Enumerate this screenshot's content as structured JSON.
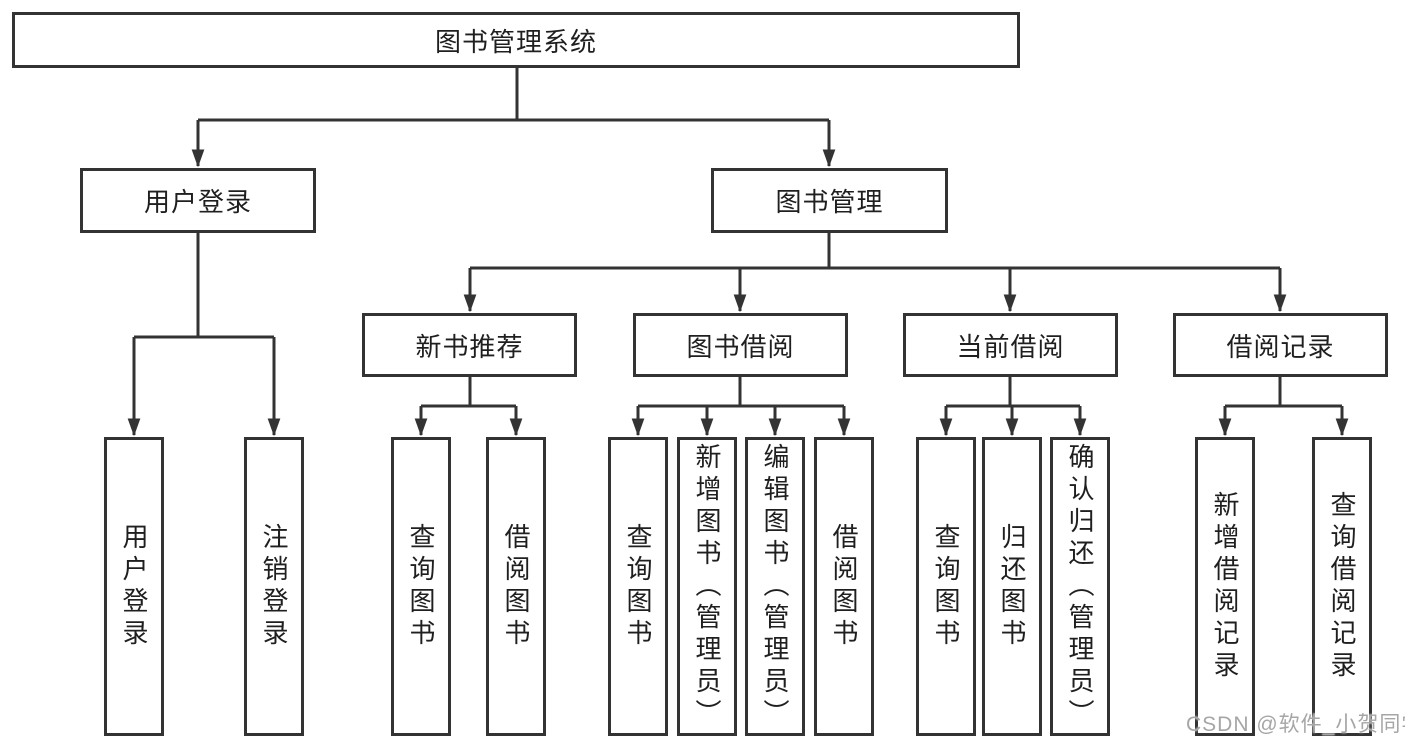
{
  "diagram": {
    "type": "hierarchy-tree",
    "colors": {
      "line": "#333333",
      "text": "#1f1f1f",
      "watermark": "#a6a6a6",
      "background": "#ffffff"
    }
  },
  "nodes": {
    "root": {
      "label": "图书管理系统"
    },
    "user_login": {
      "label": "用户登录"
    },
    "book_mgmt": {
      "label": "图书管理"
    },
    "new_book_rec": {
      "label": "新书推荐"
    },
    "book_borrow": {
      "label": "图书借阅"
    },
    "current_borrow": {
      "label": "当前借阅"
    },
    "borrow_records": {
      "label": "借阅记录"
    },
    "leaves": {
      "login": {
        "label": "用户登录"
      },
      "logout": {
        "label": "注销登录"
      },
      "query_book_rec": {
        "label": "查询图书"
      },
      "borrow_book_rec": {
        "label": "借阅图书"
      },
      "query_book_borrow": {
        "label": "查询图书"
      },
      "add_book_admin": {
        "label": "新增图书（管理员）"
      },
      "edit_book_admin": {
        "label": "编辑图书（管理员）"
      },
      "borrow_book": {
        "label": "借阅图书"
      },
      "query_book_current": {
        "label": "查询图书"
      },
      "return_book": {
        "label": "归还图书"
      },
      "confirm_return_admin": {
        "label": "确认归还（管理员）"
      },
      "add_borrow_record": {
        "label": "新增借阅记录"
      },
      "query_borrow_record": {
        "label": "查询借阅记录"
      }
    }
  },
  "watermark": {
    "text": "CSDN @软件_小贺同学"
  }
}
